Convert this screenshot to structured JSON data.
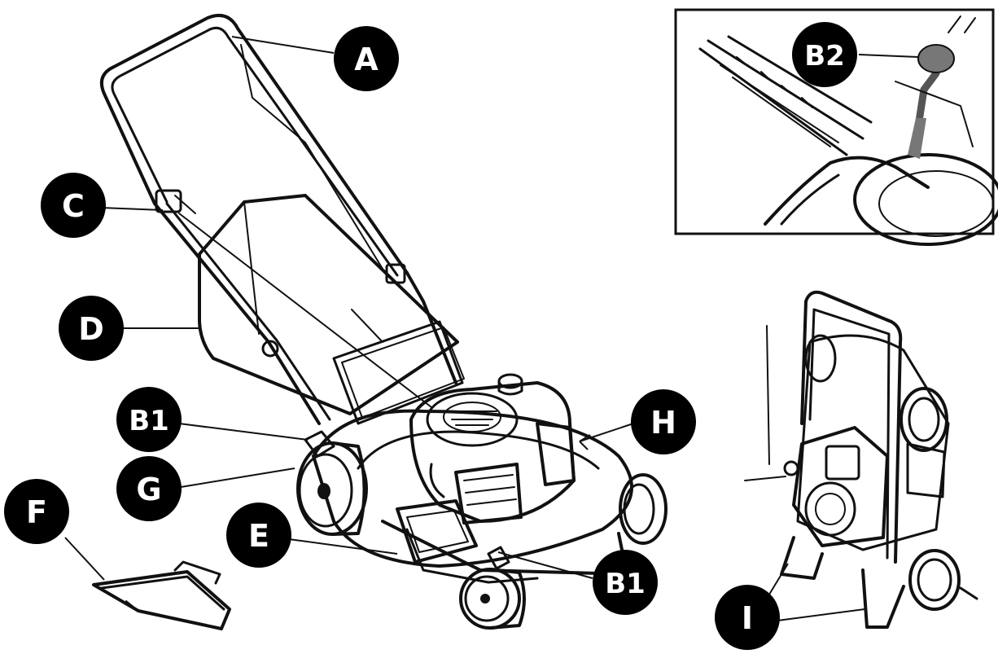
{
  "labels": {
    "A": "A",
    "B1_rear": "B1",
    "B1_front": "B1",
    "B2": "B2",
    "C": "C",
    "D": "D",
    "E": "E",
    "F": "F",
    "G": "G",
    "H": "H",
    "I": "I"
  },
  "colors": {
    "line": "#111111",
    "badge": "#000000",
    "badge_text": "#ffffff",
    "background": "#ffffff"
  }
}
